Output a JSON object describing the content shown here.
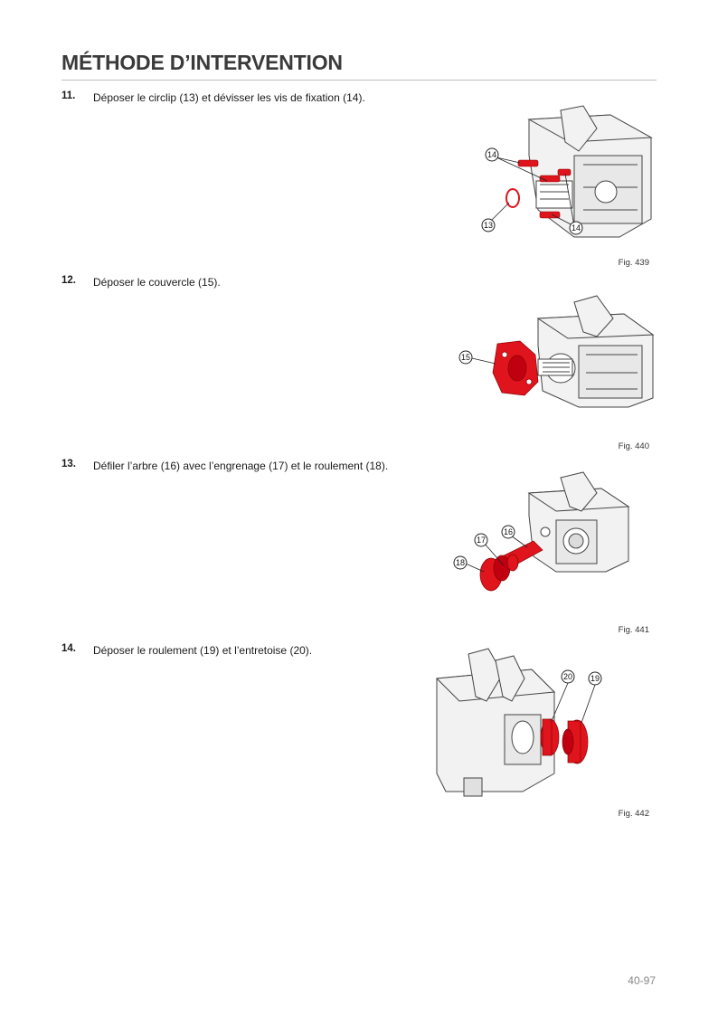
{
  "page": {
    "title": "MÉTHODE D’INTERVENTION",
    "page_number": "40-97"
  },
  "steps": [
    {
      "number": "11.",
      "text": "Déposer le circlip (13) et dévisser les vis de fixation (14).",
      "figure": "Fig. 439",
      "callouts": [
        "14",
        "13",
        "14"
      ]
    },
    {
      "number": "12.",
      "text": "Déposer le couvercle (15).",
      "figure": "Fig. 440",
      "callouts": [
        "15"
      ]
    },
    {
      "number": "13.",
      "text": "Défiler l’arbre (16) avec l’engrenage (17) et le roulement (18).",
      "figure": "Fig. 441",
      "callouts": [
        "16",
        "17",
        "18"
      ]
    },
    {
      "number": "14.",
      "text": "Déposer le roulement (19) et l’entretoise (20).",
      "figure": "Fig. 442",
      "callouts": [
        "20",
        "19"
      ]
    }
  ],
  "colors": {
    "highlight": "#e0141c",
    "housing_line": "#444444",
    "housing_fill": "#f2f2f2"
  }
}
